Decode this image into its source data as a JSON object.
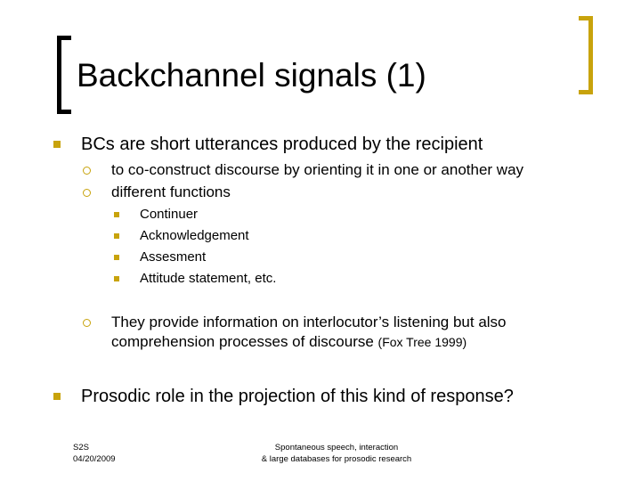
{
  "slide": {
    "title": "Backchannel signals (1)",
    "bullets": {
      "b1": "BCs are short utterances produced by the recipient",
      "b1_1": "to co-construct discourse by orienting it in one or another way",
      "b1_2": "different functions",
      "b1_2_items": [
        "Continuer",
        "Acknowledgement",
        "Assesment",
        "Attitude statement, etc."
      ],
      "b1_3_line1": "They provide information on interlocutor’s listening but also",
      "b1_3_line2": "comprehension processes of discourse ",
      "b1_3_cite": "(Fox Tree 1999)",
      "b2": "Prosodic role in the projection of this kind of response?"
    }
  },
  "footer": {
    "left_line1": "S2S",
    "left_line2": "04/20/2009",
    "center_line1": "Spontaneous speech, interaction",
    "center_line2": "& large databases for prosodic research"
  },
  "colors": {
    "accent": "#c8a30c",
    "bracket_left": "#000000",
    "text": "#000000"
  }
}
